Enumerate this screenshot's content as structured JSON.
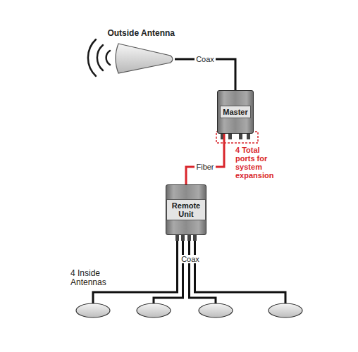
{
  "diagram": {
    "nodes": [
      {
        "text": [
          "Outside Antenna"
        ]
      },
      {
        "text": [
          "Master"
        ]
      },
      {
        "text": [
          "Remote Unit"
        ]
      }
    ],
    "edges": [
      {
        "from": 0,
        "to": 1,
        "arrow": "none",
        "label": "Coax"
      },
      {
        "from": 1,
        "to": 2,
        "arrow": "none",
        "label": "Fiber"
      }
    ],
    "labels": [
      "4 Total ports for system expansion",
      "Coax",
      "4 Inside Antennas"
    ]
  }
}
